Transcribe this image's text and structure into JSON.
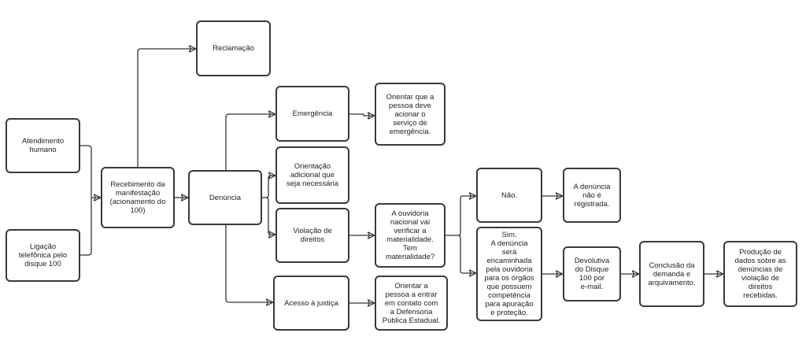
{
  "diagram": {
    "type": "flowchart",
    "nodes": {
      "atendimento_humano": "Atendimento\nhumano",
      "ligacao": "Ligação\ntelefônica pelo\ndisque 100",
      "recebimento": "Recebimento da\nmanifestação\n(acionamento do\n100)",
      "reclamacao": "Reclamação",
      "denuncia": "Denúncia",
      "emergencia": "Emergência",
      "orientacao_adicional": "Orientação\nadicional que\nseja necessária",
      "violacao": "Violação de\ndireitos",
      "acesso_justica": "Acesso à justiça",
      "orientar_emergencia": "Orientar que a\npessoa deve\nacionar o\nserviço de\nemergência.",
      "ouvidoria": "A ouvidoria\nnacional vai\nverificar a\nmaterialidade.\nTem\nmaterialidade?",
      "orientar_defensoria": "Orientar a\npessoa a entrar\nem contato com\na Defensoria\nPública Estadual.",
      "nao": "Não.",
      "sim": "Sim.\nA denúncia\nserá\nencaminhada\npela ouvidoria\npara os órgãos\nque possuem\ncompetência\npara apuração\ne proteção.",
      "nao_registrada": "A denúncia\nnão é\nregistrada.",
      "devolutiva": "Devolutiva\ndo Disque\n100 por\ne-mail.",
      "conclusao": "Conclusão da\ndemanda e\narquivamento.",
      "producao": "Produção de\ndados sobre as\ndenúncias de\nviolação de\ndireitos\nrecebidas."
    },
    "edges": [
      [
        "atendimento_humano",
        "recebimento"
      ],
      [
        "ligacao",
        "recebimento"
      ],
      [
        "recebimento",
        "reclamacao"
      ],
      [
        "recebimento",
        "denuncia"
      ],
      [
        "denuncia",
        "emergencia"
      ],
      [
        "denuncia",
        "orientacao_adicional"
      ],
      [
        "denuncia",
        "violacao"
      ],
      [
        "denuncia",
        "acesso_justica"
      ],
      [
        "emergencia",
        "orientar_emergencia"
      ],
      [
        "violacao",
        "ouvidoria"
      ],
      [
        "acesso_justica",
        "orientar_defensoria"
      ],
      [
        "ouvidoria",
        "nao"
      ],
      [
        "ouvidoria",
        "sim"
      ],
      [
        "nao",
        "nao_registrada"
      ],
      [
        "sim",
        "devolutiva"
      ],
      [
        "devolutiva",
        "conclusao"
      ],
      [
        "conclusao",
        "producao"
      ]
    ]
  }
}
